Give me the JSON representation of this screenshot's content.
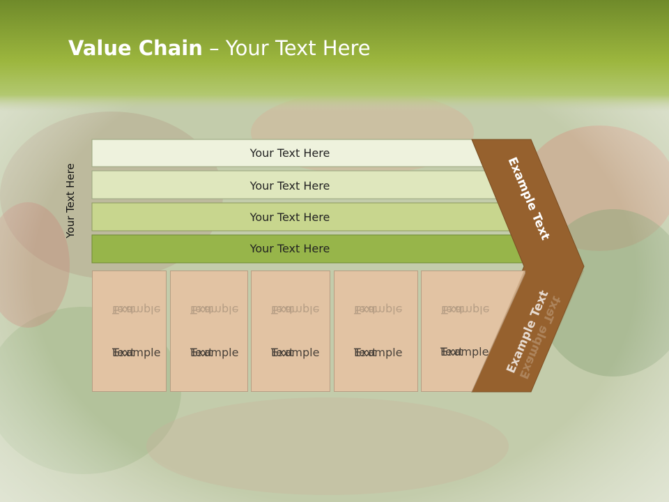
{
  "slide": {
    "title_bold": "Value Chain",
    "title_rest": " – Your Text Here",
    "side_label": "Your Text Here"
  },
  "rows": [
    {
      "label": "Your Text Here",
      "color": "#eef2dd"
    },
    {
      "label": "Your Text Here",
      "color": "#dfe7bd"
    },
    {
      "label": "Your Text Here",
      "color": "#c8d68e"
    },
    {
      "label": "Your Text Here",
      "color": "#97b54a"
    }
  ],
  "boxes": [
    {
      "line1": "Example",
      "line2": "Text"
    },
    {
      "line1": "Example",
      "line2": "Text"
    },
    {
      "line1": "Example",
      "line2": "Text"
    },
    {
      "line1": "Example",
      "line2": "Text"
    },
    {
      "line1": "Example",
      "line2": "Text"
    }
  ],
  "chevron": {
    "upper_label": "Example Text",
    "lower_label": "Example Text",
    "color": "#96612e"
  },
  "colors": {
    "header": "#9cb63e",
    "box_fill": "#e2c3a3"
  }
}
